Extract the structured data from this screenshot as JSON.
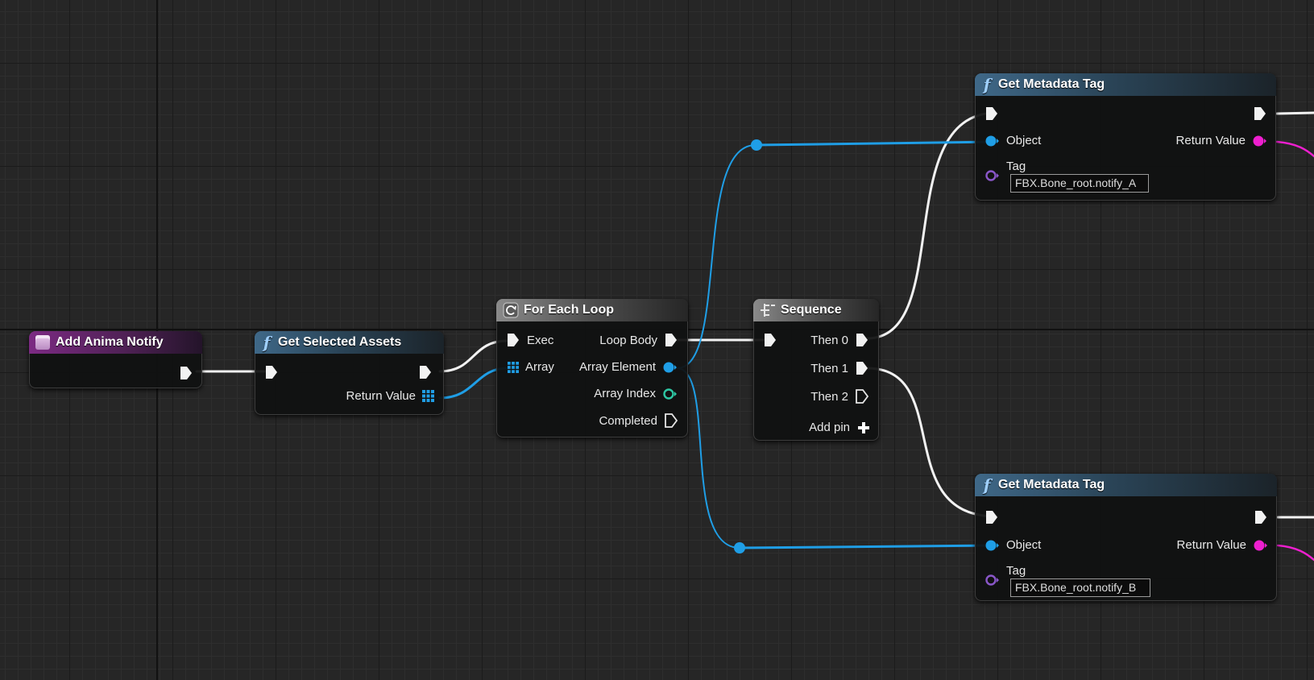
{
  "colors": {
    "exec_wire": "#f2f2f2",
    "object_pin": "#1f9ee6",
    "array_pin": "#1f9ee6",
    "int_pin": "#2ec7a4",
    "return_value_pin": "#ee1fcf",
    "tag_pin": "#8a57c9"
  },
  "nodes": {
    "add_anima_notify": {
      "title": "Add Anima Notify",
      "icon": "event-icon"
    },
    "get_selected_assets": {
      "title": "Get Selected Assets",
      "icon": "function-icon",
      "return_value": "Return Value"
    },
    "for_each_loop": {
      "title": "For Each Loop",
      "icon": "loop-icon",
      "exec": "Exec",
      "array": "Array",
      "loop_body": "Loop Body",
      "array_element": "Array Element",
      "array_index": "Array Index",
      "completed": "Completed"
    },
    "sequence": {
      "title": "Sequence",
      "icon": "sequence-icon",
      "then0": "Then 0",
      "then1": "Then 1",
      "then2": "Then 2",
      "add_pin": "Add pin"
    },
    "get_metadata_tag_a": {
      "title": "Get Metadata Tag",
      "icon": "function-icon",
      "object": "Object",
      "return_value": "Return Value",
      "tag": "Tag",
      "tag_value": "FBX.Bone_root.notify_A"
    },
    "get_metadata_tag_b": {
      "title": "Get Metadata Tag",
      "icon": "function-icon",
      "object": "Object",
      "return_value": "Return Value",
      "tag": "Tag",
      "tag_value": "FBX.Bone_root.notify_B"
    }
  }
}
